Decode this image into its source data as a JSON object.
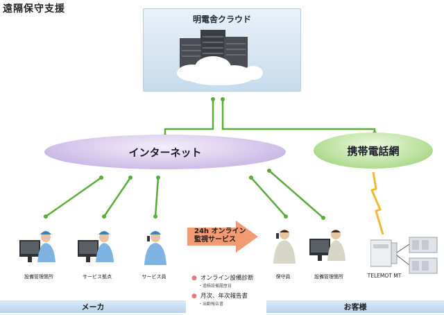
{
  "title": "遠隔保守支援",
  "cloud": {
    "label": "明電舎クラウド"
  },
  "internet": {
    "label": "インターネット"
  },
  "mobile_network": {
    "label": "携帯電話網"
  },
  "maker_side": {
    "label": "メーカ",
    "nodes": [
      {
        "label": "設備管理箇所"
      },
      {
        "label": "サービス拠点"
      },
      {
        "label": "サービス員"
      }
    ]
  },
  "customer_side": {
    "label": "お客様",
    "nodes": [
      {
        "label": "保守員"
      },
      {
        "label": "設備管理箇所"
      },
      {
        "label": "TELEMOT MT"
      }
    ]
  },
  "online_service": {
    "label_line1": "24h オンライン",
    "label_line2": "監視サービス",
    "items": [
      {
        "name": "オンライン設備診断",
        "sub": "・過積設備履歴日"
      },
      {
        "name": "月次、年次報告書",
        "sub": "・出動報告書"
      }
    ]
  },
  "colors": {
    "connector": "#5aab3a",
    "wireless": "#f2b733",
    "arrow": "#f39a73"
  }
}
